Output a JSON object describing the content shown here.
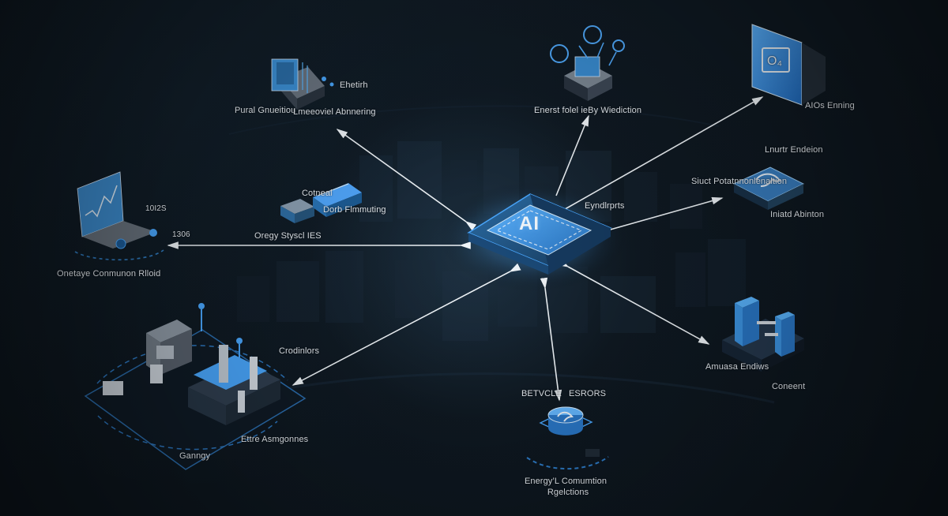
{
  "diagram": {
    "hub_label": "AI",
    "top_left_label_1": "Pural Gnueitiou",
    "top_left_label_2": "Lmeeoviel Abnnering",
    "top_left_label_3": "Ehetirh",
    "top_center_label": "Enerst folel ieBy Wiediction",
    "top_right_label": "AIOs Enning",
    "left_value_1": "10I2S",
    "left_value_2": "1306",
    "left_bottom_label": "Onetaye Conmunon Rlloid",
    "center_left_label_1": "Cotneal",
    "center_left_label_2": "Oregy Styscl IES",
    "center_left_label_3": "Dorb Flmmuting",
    "center_right_top_label": "Eyndlrprts",
    "right_label_1": "Lnurtr Endeion",
    "right_label_2": "Siuct Potatnnonlenaltion",
    "right_label_3": "Iniatd Abinton",
    "bottom_left_label_1": "Crodinlors",
    "bottom_left_label_2": "Ganngy",
    "bottom_left_label_3": "Ettre Asmgonnes",
    "bottom_center_label_1": "BETVCLE",
    "bottom_center_label_2": "ESRORS",
    "bottom_center_label_3": "Energy’L Comumtion",
    "bottom_center_label_4": "Rgelctions",
    "bottom_right_label_1": "Amuasa Endiws",
    "bottom_right_label_2": "Coneent",
    "screen_badge": "O₄",
    "accent_colors": {
      "blue": "#4aa8ff",
      "blue_dark": "#1c5c99",
      "white": "#eef5fb",
      "gray": "#a8b5c2"
    },
    "icons": [
      "machine-icon",
      "server-icon",
      "screen-icon",
      "laptop-icon",
      "device-icon",
      "smart-device-icon",
      "factory-icon",
      "sensor-icon",
      "energy-hub-icon"
    ]
  }
}
